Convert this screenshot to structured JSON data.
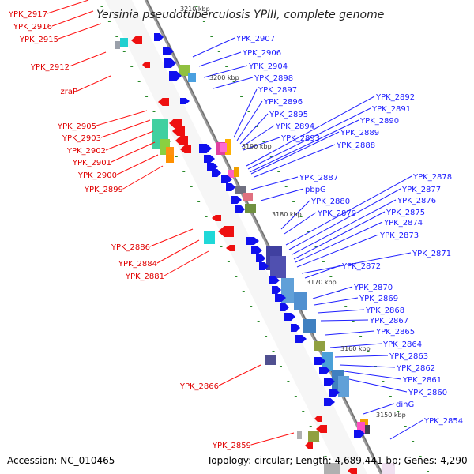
{
  "title": "Yersinia pseudotuberculosis YPIII, complete genome",
  "footer": {
    "accession": "Accession: NC_010465",
    "topology": "Topology: circular; Length: 4,689,441 bp; Genes: 4,290"
  },
  "scale_labels": [
    "3210 kbp",
    "3200 kbp",
    "3190 kbp",
    "3180 kbp",
    "3170 kbp",
    "3160 kbp",
    "3150 kbp"
  ],
  "genes_left": [
    "YPK_2917",
    "YPK_2916",
    "YPK_2915",
    "YPK_2912",
    "zraP",
    "YPK_2905",
    "YPK_2903",
    "YPK_2902",
    "YPK_2901",
    "YPK_2900",
    "YPK_2899",
    "YPK_2886",
    "YPK_2884",
    "YPK_2881",
    "YPK_2866",
    "YPK_2859"
  ],
  "genes_right": [
    "YPK_2907",
    "YPK_2906",
    "YPK_2904",
    "YPK_2898",
    "YPK_2897",
    "YPK_2896",
    "YPK_2895",
    "YPK_2894",
    "YPK_2893",
    "YPK_2892",
    "YPK_2891",
    "YPK_2890",
    "YPK_2889",
    "YPK_2888",
    "YPK_2887",
    "pbpG",
    "YPK_2880",
    "YPK_2879",
    "YPK_2878",
    "YPK_2877",
    "YPK_2876",
    "YPK_2875",
    "YPK_2874",
    "YPK_2873",
    "YPK_2871",
    "YPK_2872",
    "YPK_2870",
    "YPK_2869",
    "YPK_2868",
    "YPK_2867",
    "YPK_2865",
    "YPK_2864",
    "YPK_2863",
    "YPK_2862",
    "YPK_2861",
    "YPK_2860",
    "dinG",
    "YPK_2854"
  ],
  "colors": {
    "backbone": "#8c8c8c",
    "forward_gene": "#1010ee",
    "reverse_gene": "#ee1010",
    "tick": "#2a8a2a",
    "label_left": "#e00000",
    "label_right": "#1a1aff"
  }
}
